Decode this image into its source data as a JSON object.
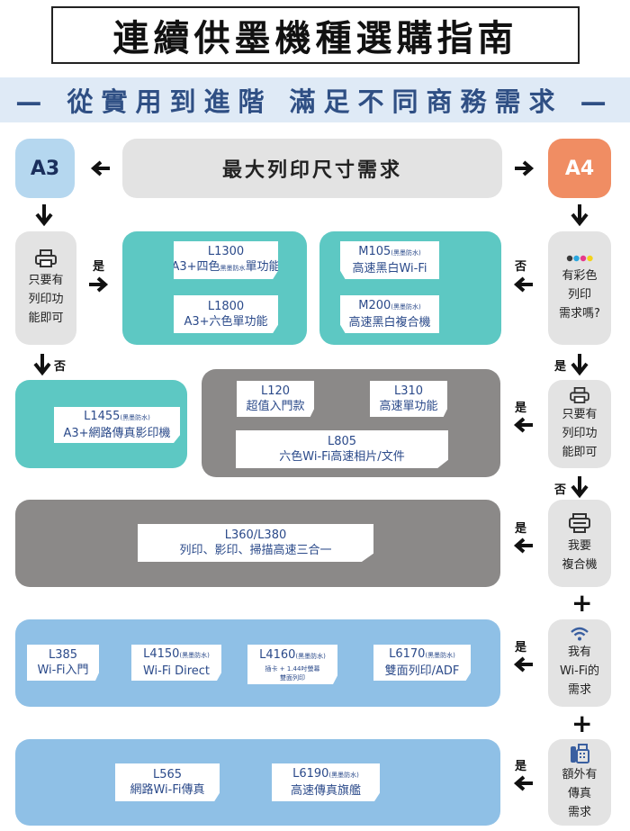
{
  "header": {
    "title": "連續供墨機種選購指南",
    "subtitle": "— 從實用到進階 滿足不同商務需求 —"
  },
  "top": {
    "a3": "A3",
    "a4": "A4",
    "question": "最大列印尺寸需求"
  },
  "labels": {
    "yes": "是",
    "no": "否"
  },
  "row1": {
    "left_question": [
      "只要有",
      "列印功",
      "能即可"
    ],
    "right_question": [
      "有彩色",
      "列印",
      "需求嗎?"
    ],
    "cards_a3": [
      {
        "model": "L1300",
        "desc_pre": "A3+四色",
        "desc_tag": "黑墨防水",
        "desc_post": "單功能"
      },
      {
        "model": "L1800",
        "desc": "A3+六色單功能"
      }
    ],
    "cards_mono": [
      {
        "model": "M105",
        "tag": "(黑墨防水)",
        "desc": "高速黑白Wi-Fi"
      },
      {
        "model": "M200",
        "tag": "(黑墨防水)",
        "desc": "高速黑白複合機"
      }
    ]
  },
  "row2": {
    "a3_card": {
      "model": "L1455",
      "tag": "(黑墨防水)",
      "desc": "A3+網路傳真影印機"
    },
    "cards": [
      {
        "model": "L120",
        "desc": "超值入門款"
      },
      {
        "model": "L310",
        "desc": "高速單功能"
      },
      {
        "model": "L805",
        "desc": "六色Wi-Fi高速相片/文件"
      }
    ],
    "question": [
      "只要有",
      "列印功",
      "能即可"
    ]
  },
  "row3": {
    "card": {
      "model": "L360/L380",
      "desc": "列印、影印、掃描高速三合一"
    },
    "question": [
      "我要",
      "複合機"
    ]
  },
  "row4": {
    "cards": [
      {
        "model": "L385",
        "desc": "Wi-Fi入門"
      },
      {
        "model": "L4150",
        "tag": "(黑墨防水)",
        "desc": "Wi-Fi Direct"
      },
      {
        "model": "L4160",
        "tag": "(黑墨防水)",
        "line2": "插卡 + 1.44吋螢幕",
        "line3": "雙面列印"
      },
      {
        "model": "L6170",
        "tag": "(黑墨防水)",
        "desc": "雙面列印/ADF"
      }
    ],
    "question": [
      "我有",
      "Wi-Fi的",
      "需求"
    ]
  },
  "row5": {
    "cards": [
      {
        "model": "L565",
        "desc": "網路Wi-Fi傳真"
      },
      {
        "model": "L6190",
        "tag": "(黑墨防水)",
        "desc": "高速傳真旗艦"
      }
    ],
    "question": [
      "額外有",
      "傳真",
      "需求"
    ]
  },
  "plus": "+",
  "colors": {
    "teal": "#5dc8c3",
    "dark_grey": "#8b8988",
    "blue": "#8fc0e6",
    "a3": "#b5d7ef",
    "a4": "#f08d63",
    "text_blue": "#2b4a8a"
  },
  "icons": [
    "printer-icon",
    "ink-dots-icon",
    "scanner-icon",
    "wifi-icon",
    "fax-icon",
    "arrow-icon"
  ]
}
